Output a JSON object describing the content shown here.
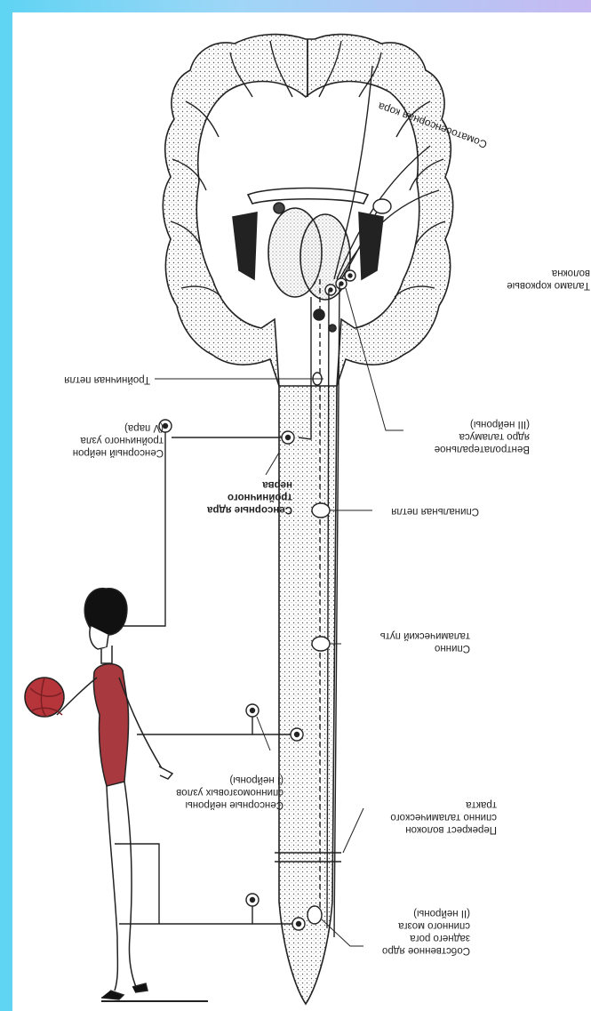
{
  "labels": {
    "somatosensory_cortex": "Соматосенсорная кора",
    "thalamocortical_fibers": "Таламо корковые\nволокна",
    "trigeminal_loop": "Тройничная петля",
    "ventrolateral_nucleus": "Вентролатеральное\nядро таламуса\n(III нейроны)",
    "trigeminal_sensory_neuron": "Сенсорный нейрон\nтройничного узла\n(V пара)",
    "trigeminal_sensory_nuclei": "Сенсорные ядра\nтройничного\nнерва",
    "spinal_loop": "Спинальная петля",
    "spinothalamic_tract": "Спинно\nталамический путь",
    "spinal_ganglia_neurons": "Сенсорные нейроны\nспинномозговых узлов\n(I нейроны)",
    "fiber_decussation": "Перекрест волокон\nспинно  таламического\nтракта",
    "dorsal_horn_nucleus": "Собственное ядро\nзаднего рога\nспинного мозга\n(II нейроны)"
  },
  "colors": {
    "background_left": "#5fd4f3",
    "background_right": "#c7b9f2",
    "figure_body": "#a83a3f",
    "ball": "#b5353a",
    "line": "#222222"
  }
}
